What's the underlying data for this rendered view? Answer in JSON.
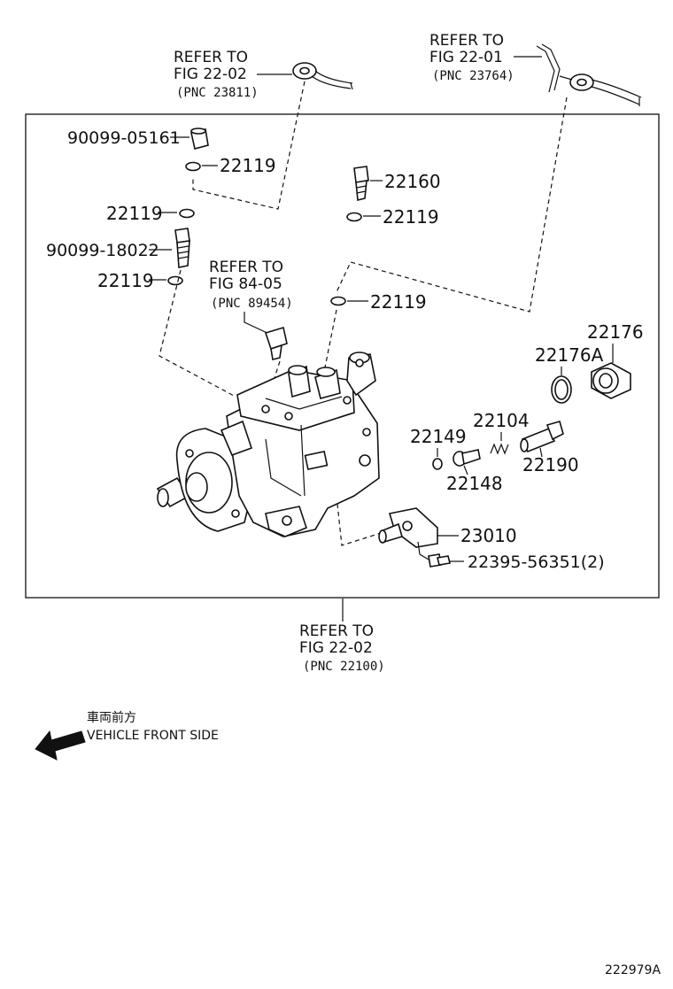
{
  "refs": {
    "top_left": {
      "line1": "REFER TO",
      "line2": "FIG 22-02",
      "line3": "(PNC 23811)"
    },
    "top_right": {
      "line1": "REFER TO",
      "line2": "FIG 22-01",
      "line3": "(PNC 23764)"
    },
    "middle": {
      "line1": "REFER TO",
      "line2": "FIG 84-05",
      "line3": "(PNC 89454)"
    },
    "bottom": {
      "line1": "REFER TO",
      "line2": "FIG 22-02",
      "line3": "(PNC 22100)"
    }
  },
  "parts": {
    "p90099_05161": "90099-05161",
    "p22119_a": "22119",
    "p22119_b": "22119",
    "p90099_18022": "90099-18022",
    "p22119_c": "22119",
    "p22160": "22160",
    "p22119_d": "22119",
    "p22119_e": "22119",
    "p22176": "22176",
    "p22176a": "22176A",
    "p22104": "22104",
    "p22149": "22149",
    "p22190": "22190",
    "p22148": "22148",
    "p23010": "23010",
    "p22395": "22395-56351(2)"
  },
  "legend": {
    "japanese": "車両前方",
    "english": "VEHICLE FRONT SIDE"
  },
  "drawing_code": "222979A"
}
